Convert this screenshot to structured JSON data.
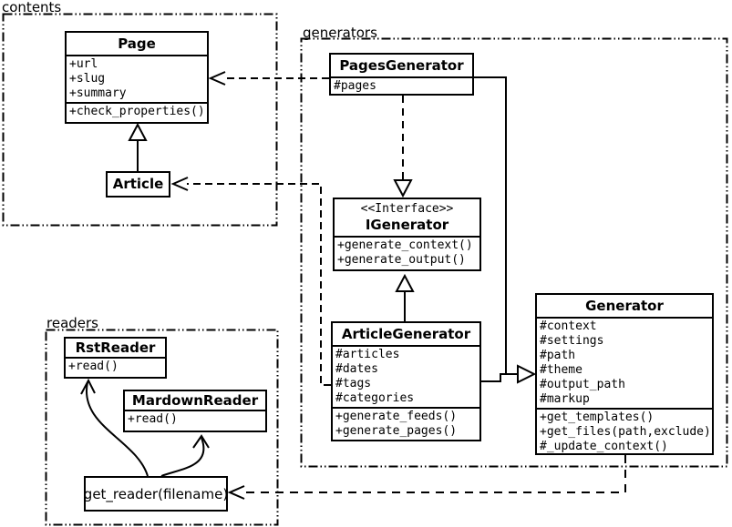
{
  "diagram": {
    "type": "uml-class-diagram",
    "colors": {
      "background": "#ffffff",
      "line": "#000000",
      "box_fill": "#ffffff",
      "text": "#000000"
    }
  },
  "packages": {
    "contents": {
      "label": "contents"
    },
    "generators": {
      "label": "generators"
    },
    "readers": {
      "label": "readers"
    }
  },
  "classes": {
    "page": {
      "name": "Page",
      "attrs": [
        "+url",
        "+slug",
        "+summary"
      ],
      "methods": [
        "+check_properties()"
      ]
    },
    "article": {
      "name": "Article"
    },
    "pages_generator": {
      "name": "PagesGenerator",
      "attrs": [
        "#pages"
      ]
    },
    "igenerator": {
      "stereotype": "<<Interface>>",
      "name": "IGenerator",
      "methods": [
        "+generate_context()",
        "+generate_output()"
      ]
    },
    "article_generator": {
      "name": "ArticleGenerator",
      "attrs": [
        "#articles",
        "#dates",
        "#tags",
        "#categories"
      ],
      "methods": [
        "+generate_feeds()",
        "+generate_pages()"
      ]
    },
    "generator": {
      "name": "Generator",
      "attrs": [
        "#context",
        "#settings",
        "#path",
        "#theme",
        "#output_path",
        "#markup"
      ],
      "methods": [
        "+get_templates()",
        "+get_files(path,exclude)",
        "#_update_context()"
      ]
    },
    "rst_reader": {
      "name": "RstReader",
      "methods": [
        "+read()"
      ]
    },
    "mardown_reader": {
      "name": "MardownReader",
      "methods": [
        "+read()"
      ]
    },
    "get_reader": {
      "name": "get_reader(filename)"
    }
  },
  "relationships": [
    {
      "from": "Article",
      "to": "Page",
      "type": "generalization"
    },
    {
      "from": "PagesGenerator",
      "to": "Page",
      "type": "dependency"
    },
    {
      "from": "PagesGenerator",
      "to": "IGenerator",
      "type": "realization"
    },
    {
      "from": "ArticleGenerator",
      "to": "IGenerator",
      "type": "generalization"
    },
    {
      "from": "PagesGenerator",
      "to": "Generator",
      "type": "generalization"
    },
    {
      "from": "ArticleGenerator",
      "to": "Generator",
      "type": "generalization"
    },
    {
      "from": "ArticleGenerator",
      "to": "Article",
      "type": "dependency"
    },
    {
      "from": "Generator",
      "to": "get_reader(filename)",
      "type": "dependency"
    },
    {
      "from": "get_reader(filename)",
      "to": "RstReader",
      "type": "call"
    },
    {
      "from": "get_reader(filename)",
      "to": "MardownReader",
      "type": "call"
    }
  ]
}
